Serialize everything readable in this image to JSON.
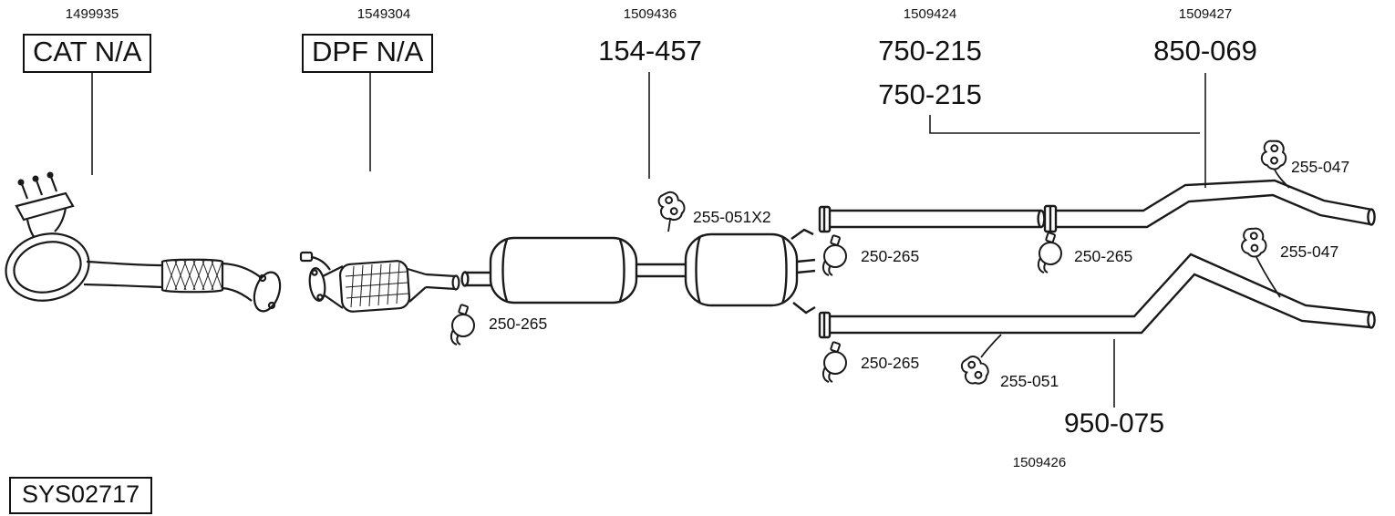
{
  "system": {
    "code": "SYS02717"
  },
  "colors": {
    "line": "#1a1a1a",
    "text": "#111111",
    "background": "#ffffff"
  },
  "callouts": {
    "cat": {
      "ref": "1499935",
      "label": "CAT N/A"
    },
    "dpf": {
      "ref": "1549304",
      "label": "DPF N/A"
    },
    "center_muffler": {
      "ref": "1509436",
      "label": "154-457"
    },
    "center_pipes": {
      "ref": "1509424",
      "labels": [
        "750-215",
        "750-215"
      ]
    },
    "upper_tailpipe": {
      "ref": "1509427",
      "label": "850-069"
    },
    "lower_tailpipe": {
      "ref": "1509426",
      "label": "950-075"
    }
  },
  "part_labels": {
    "hanger_upper_right": "255-047",
    "hanger_mid_right": "255-047",
    "hanger_center": "255-051X2",
    "hanger_lower": "255-051",
    "clamp_dpf": "250-265",
    "clamp_upper_left": "250-265",
    "clamp_upper_right": "250-265",
    "clamp_lower_left": "250-265"
  }
}
